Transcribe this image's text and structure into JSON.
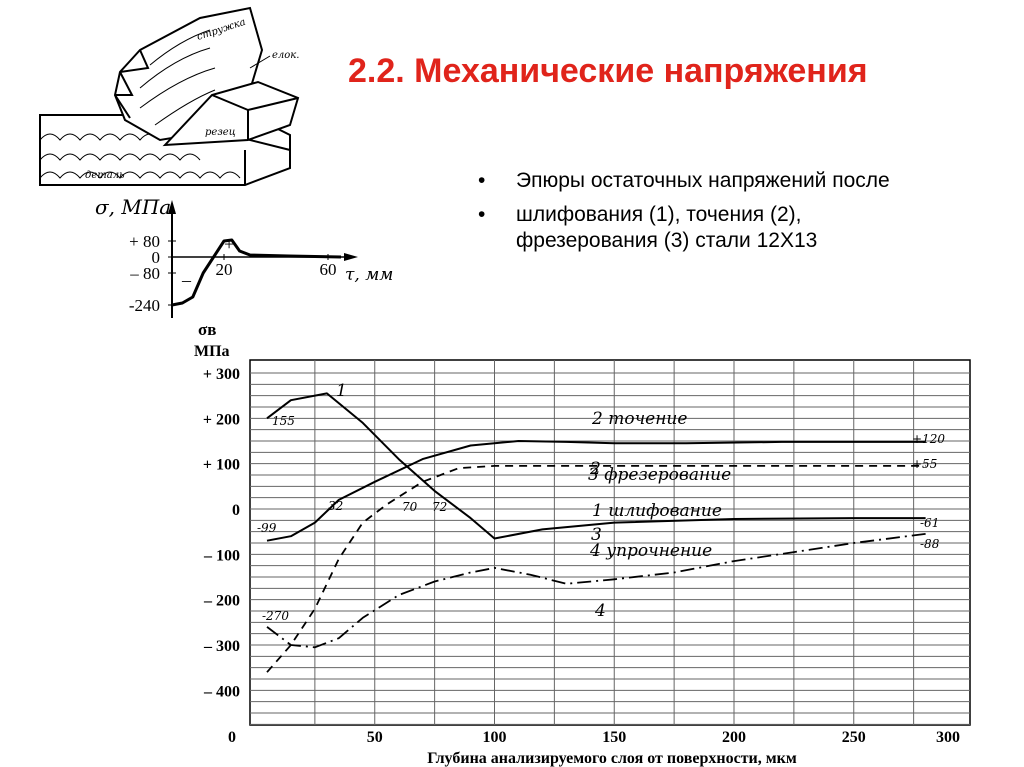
{
  "slide": {
    "title": "2.2. Механические напряжения",
    "bullets": [
      "Эпюры остаточных напряжений после",
      "шлифования (1), точения (2), фрезерования (3) стали 12Х13"
    ]
  },
  "illustration": {
    "labels": [
      "стружка",
      "елок.",
      "резец",
      "деталь"
    ]
  },
  "chart_data": [
    {
      "type": "line",
      "title": "",
      "ylabel": "σ, МПа",
      "xlabel": "τ, мм",
      "yticks": [
        "+ 80",
        "0",
        "– 80",
        "-240"
      ],
      "xticks": [
        "20",
        "60"
      ],
      "annotations": [
        "+",
        "–"
      ],
      "series": [
        {
          "values": [
            [
              0,
              -240
            ],
            [
              4,
              -230
            ],
            [
              8,
              -200
            ],
            [
              12,
              -80
            ],
            [
              16,
              0
            ],
            [
              20,
              80
            ],
            [
              23,
              85
            ],
            [
              26,
              30
            ],
            [
              30,
              10
            ],
            [
              45,
              5
            ],
            [
              65,
              0
            ]
          ]
        }
      ]
    },
    {
      "type": "line",
      "title": "",
      "ylabel": "σв МПа",
      "xlabel": "Глубина анализируемого слоя от поверхности, мкм",
      "xlim": [
        0,
        300
      ],
      "ylim": [
        -500,
        300
      ],
      "xticks": [
        "0",
        "50",
        "100",
        "150",
        "200",
        "250",
        "300"
      ],
      "yticks": [
        "+ 300",
        "+ 200",
        "+ 100",
        "0",
        "– 100",
        "– 200",
        "– 300",
        "– 400"
      ],
      "grid": true,
      "series": [
        {
          "name": "1 шлифование",
          "number": "1",
          "values": [
            [
              5,
              200
            ],
            [
              15,
              240
            ],
            [
              30,
              255
            ],
            [
              45,
              190
            ],
            [
              60,
              110
            ],
            [
              75,
              40
            ],
            [
              90,
              -20
            ],
            [
              100,
              -65
            ],
            [
              120,
              -45
            ],
            [
              150,
              -30
            ],
            [
              200,
              -22
            ],
            [
              250,
              -20
            ],
            [
              280,
              -20
            ]
          ]
        },
        {
          "name": "2 точение",
          "number": "2",
          "values": [
            [
              5,
              -70
            ],
            [
              15,
              -60
            ],
            [
              25,
              -30
            ],
            [
              35,
              20
            ],
            [
              50,
              60
            ],
            [
              70,
              110
            ],
            [
              90,
              140
            ],
            [
              110,
              150
            ],
            [
              130,
              148
            ],
            [
              150,
              145
            ],
            [
              180,
              145
            ],
            [
              220,
              148
            ],
            [
              260,
              148
            ],
            [
              280,
              148
            ]
          ]
        },
        {
          "name": "3 фрезерование",
          "number": "3",
          "values": [
            [
              5,
              -360
            ],
            [
              15,
              -300
            ],
            [
              25,
              -220
            ],
            [
              35,
              -110
            ],
            [
              45,
              -30
            ],
            [
              55,
              10
            ],
            [
              70,
              60
            ],
            [
              85,
              90
            ],
            [
              100,
              95
            ],
            [
              150,
              95
            ],
            [
              200,
              95
            ],
            [
              250,
              95
            ],
            [
              280,
              95
            ]
          ]
        },
        {
          "name": "4 упрочнение",
          "number": "4",
          "values": [
            [
              5,
              -260
            ],
            [
              15,
              -300
            ],
            [
              25,
              -305
            ],
            [
              35,
              -285
            ],
            [
              45,
              -240
            ],
            [
              60,
              -190
            ],
            [
              75,
              -160
            ],
            [
              90,
              -140
            ],
            [
              100,
              -130
            ],
            [
              115,
              -145
            ],
            [
              130,
              -165
            ],
            [
              150,
              -155
            ],
            [
              175,
              -140
            ],
            [
              200,
              -115
            ],
            [
              225,
              -95
            ],
            [
              250,
              -75
            ],
            [
              280,
              -55
            ]
          ]
        }
      ],
      "data_labels": [
        "155",
        "-99",
        "-270",
        "32",
        "70",
        "72",
        "+120",
        "+55",
        "-61",
        "-88"
      ]
    }
  ]
}
